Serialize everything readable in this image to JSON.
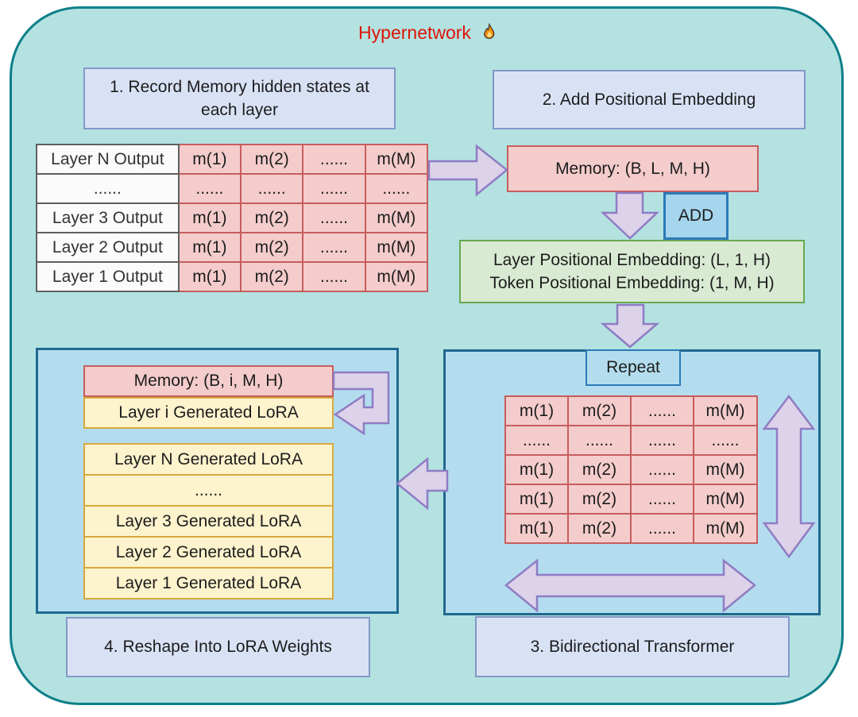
{
  "title": {
    "text": "Hypernetwork",
    "icon": "fire-icon"
  },
  "steps": {
    "step1": "1. Record Memory hidden states at each layer",
    "step2": "2. Add Positional Embedding",
    "step3": "3. Bidirectional Transformer",
    "step4": "4. Reshape Into LoRA Weights"
  },
  "memory_table": {
    "rows": [
      {
        "label": "Layer N Output",
        "cells": [
          "m(1)",
          "m(2)",
          "......",
          "m(M)"
        ]
      },
      {
        "label": "......",
        "cells": [
          "......",
          "......",
          "......",
          "......"
        ]
      },
      {
        "label": "Layer 3 Output",
        "cells": [
          "m(1)",
          "m(2)",
          "......",
          "m(M)"
        ]
      },
      {
        "label": "Layer 2 Output",
        "cells": [
          "m(1)",
          "m(2)",
          "......",
          "m(M)"
        ]
      },
      {
        "label": "Layer 1 Output",
        "cells": [
          "m(1)",
          "m(2)",
          "......",
          "m(M)"
        ]
      }
    ]
  },
  "memory_box": "Memory: (B, L, M, H)",
  "add_box": "ADD",
  "embedding_box": {
    "line1": "Layer Positional Embedding: (L, 1, H)",
    "line2": "Token Positional Embedding: (1, M, H)"
  },
  "repeat_box": "Repeat",
  "transformer_table": {
    "rows": [
      [
        "m(1)",
        "m(2)",
        "......",
        "m(M)"
      ],
      [
        "......",
        "......",
        "......",
        "......"
      ],
      [
        "m(1)",
        "m(2)",
        "......",
        "m(M)"
      ],
      [
        "m(1)",
        "m(2)",
        "......",
        "m(M)"
      ],
      [
        "m(1)",
        "m(2)",
        "......",
        "m(M)"
      ]
    ]
  },
  "reshape_panel": {
    "memory_label": "Memory: (B, i, M, H)",
    "lora_current": "Layer i Generated LoRA",
    "lora_stack": [
      "Layer N Generated LoRA",
      "......",
      "Layer 3 Generated LoRA",
      "Layer 2 Generated LoRA",
      "Layer 1 Generated LoRA"
    ]
  },
  "palette": {
    "outer_bg": "#b3e2e1",
    "outer_border": "#0e7f89",
    "panel_bg": "#b3ddee",
    "panel_border": "#20688e",
    "label_box_bg": "#d9e2f5",
    "label_box_border": "#8497c6",
    "pink_bg": "#f4cccc",
    "pink_border": "#c75d5d",
    "green_bg": "#d9ead3",
    "green_border": "#6aa84f",
    "yellow_bg": "#fdf3cd",
    "yellow_border": "#d8a93c",
    "blue_bg": "#a6d5ee",
    "blue_border": "#2b7ab8",
    "gray_cell_bg": "#fbfbfb",
    "gray_cell_border": "#5f5f5f",
    "arrow_fill": "#dcd2e9",
    "arrow_stroke": "#8e7cc3",
    "title_color": "#dd1507"
  }
}
